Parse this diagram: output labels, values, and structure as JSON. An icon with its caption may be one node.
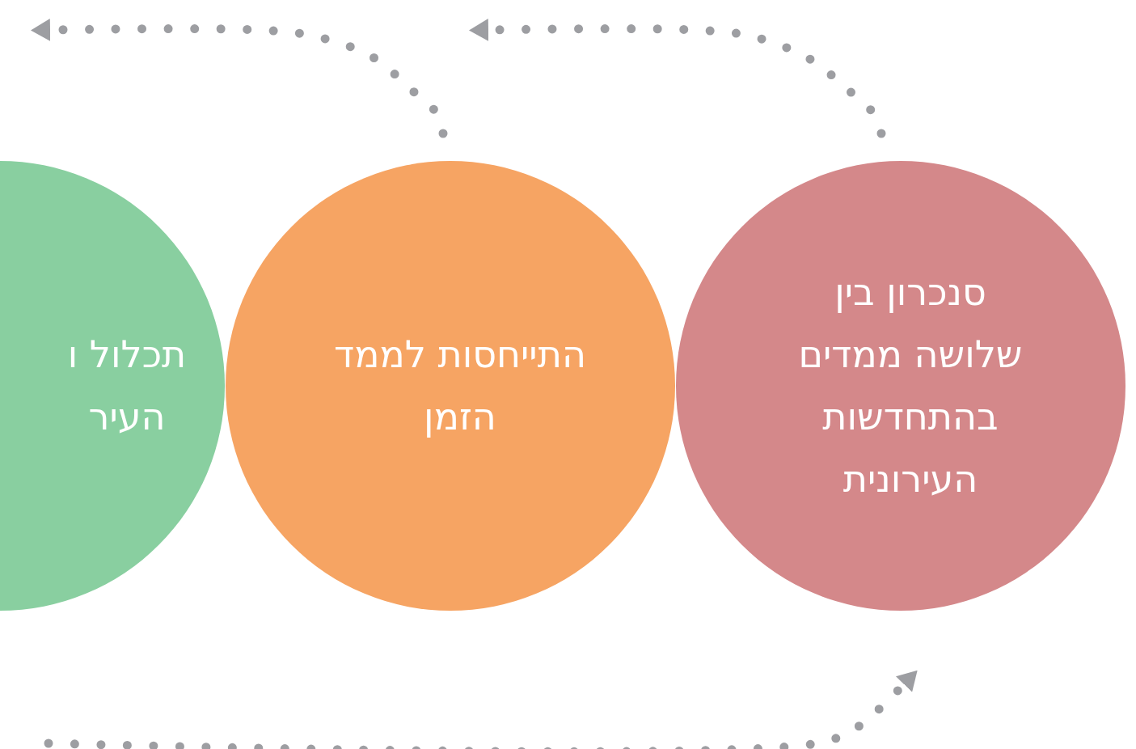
{
  "diagram": {
    "nodes": [
      {
        "text": [
          "תכלול ו העיר"
        ]
      },
      {
        "text": [
          "התייחסות לממד הזמן"
        ]
      },
      {
        "text": [
          "סנכרון בין שלושה ממדים בהתחדשות העירונית"
        ]
      }
    ],
    "edges": [
      {
        "from": 1,
        "to": null,
        "arrow": "to"
      },
      {
        "from": 2,
        "to": null,
        "arrow": "to"
      },
      {
        "from": null,
        "to": 2,
        "arrow": "to"
      }
    ]
  }
}
